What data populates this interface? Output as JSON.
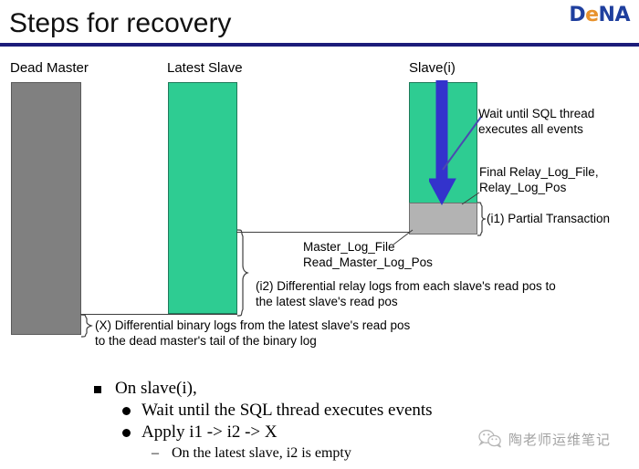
{
  "slide": {
    "title": "Steps for recovery",
    "rule_color": "#1c1c7a"
  },
  "brand": {
    "part1": "D",
    "part2": "e",
    "part3": "NA",
    "blue": "#1f3f9e",
    "orange": "#e8922c"
  },
  "columns": [
    {
      "id": "dead-master",
      "label": "Dead Master",
      "color": "#808080"
    },
    {
      "id": "latest-slave",
      "label": "Latest Slave",
      "color": "#2ecc92"
    },
    {
      "id": "slave-i",
      "label": "Slave(i)",
      "color": "#2ecc92"
    }
  ],
  "arrow": {
    "name": "sql-thread-progress-arrow",
    "color": "#3333cc"
  },
  "annotations": {
    "wait_sql_line1": "Wait until SQL thread",
    "wait_sql_line2": "executes all events",
    "final_relay_line1": "Final Relay_Log_File,",
    "final_relay_line2": "Relay_Log_Pos",
    "i1": "(i1) Partial Transaction",
    "master_log_line1": "Master_Log_File",
    "master_log_line2": "Read_Master_Log_Pos",
    "i2_line1": "(i2) Differential relay logs from each slave's read pos to",
    "i2_line2": "the latest slave's read pos",
    "x_line1": "(X) Differential binary logs from the latest slave's read pos",
    "x_line2": "to the dead master's tail of the binary log"
  },
  "bullets": {
    "level1": "On slave(i),",
    "level2a": "Wait until the SQL thread executes events",
    "level2b": "Apply i1 -> i2 -> X",
    "level3": "On the latest slave, i2 is empty"
  },
  "watermark": {
    "text": "陶老师运维笔记"
  }
}
